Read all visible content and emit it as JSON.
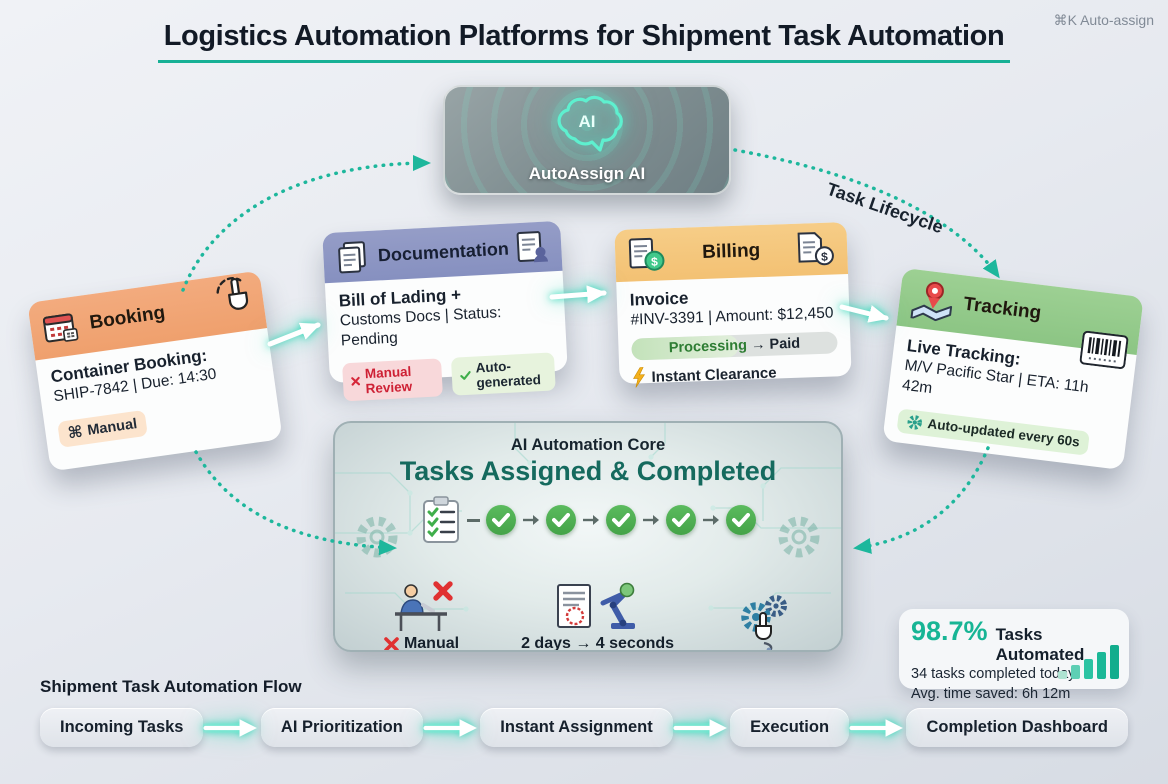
{
  "colors": {
    "accent": "#17b095",
    "booking_header": "#f2a87a",
    "documentation_header": "#8f98c4",
    "billing_header": "#f5c97e",
    "tracking_header": "#97cc8e",
    "success_green": "#4caf50",
    "error_red": "#e03131",
    "stat_teal": "#17b595"
  },
  "header": {
    "title": "Logistics Automation Platforms for Shipment Task Automation",
    "shortcut_hint": "⌘K Auto-assign"
  },
  "hub": {
    "label": "AutoAssign AI",
    "icon_text": "AI"
  },
  "lifecycle_label": "Task Lifecycle",
  "cards": {
    "booking": {
      "title": "Booking",
      "line1": "Container Booking:",
      "line2": "SHIP-7842 | Due: 14:30",
      "badge_icon": "⌘",
      "badge": "Manual"
    },
    "documentation": {
      "title": "Documentation",
      "line1": "Bill of Lading +",
      "line2": "Customs Docs | Status: Pending",
      "badge_negative": "Manual Review",
      "badge_positive": "Auto-generated"
    },
    "billing": {
      "title": "Billing",
      "line1": "Invoice",
      "line2": "#INV-3391 | Amount: $12,450",
      "progress_from": "Processing",
      "progress_arrow": "→",
      "progress_to": "Paid",
      "note": "Instant Clearance",
      "currency": "$"
    },
    "tracking": {
      "title": "Tracking",
      "line1": "Live Tracking:",
      "line2": "M/V Pacific Star | ETA: 11h 42m",
      "badge": "Auto-updated every 60s"
    }
  },
  "core": {
    "subtitle": "AI Automation Core",
    "title": "Tasks Assigned & Completed",
    "manual_label": "Manual",
    "speed_label": "2 days → 4 seconds"
  },
  "stats": {
    "percent": "98.7%",
    "percent_label": "Tasks Automated",
    "completed": "34 tasks completed today",
    "time_saved": "Avg. time saved: 6h 12m"
  },
  "flow": {
    "label": "Shipment Task Automation Flow",
    "steps": [
      "Incoming Tasks",
      "AI Prioritization",
      "Instant Assignment",
      "Execution",
      "Completion Dashboard"
    ]
  }
}
